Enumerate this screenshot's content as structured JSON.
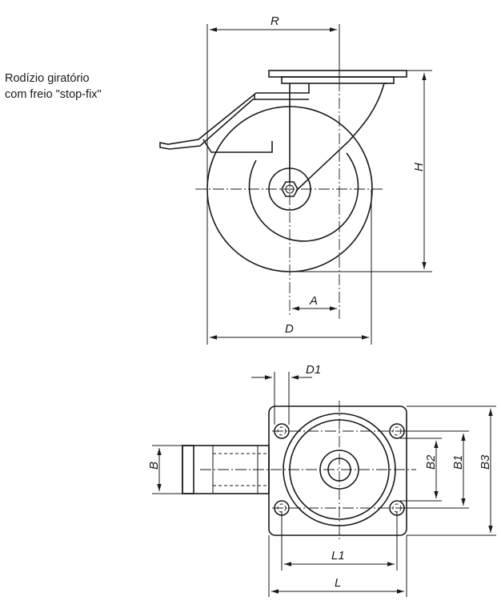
{
  "caption": {
    "line1": "Rodízio giratório",
    "line2": "com freio \"stop-fix\""
  },
  "side_view": {
    "labels": {
      "R": "R",
      "H": "H",
      "A": "A",
      "D": "D"
    }
  },
  "top_view": {
    "labels": {
      "D1": "D1",
      "B": "B",
      "B2": "B2",
      "B1": "B1",
      "B3": "B3",
      "L1": "L1",
      "L": "L"
    }
  }
}
